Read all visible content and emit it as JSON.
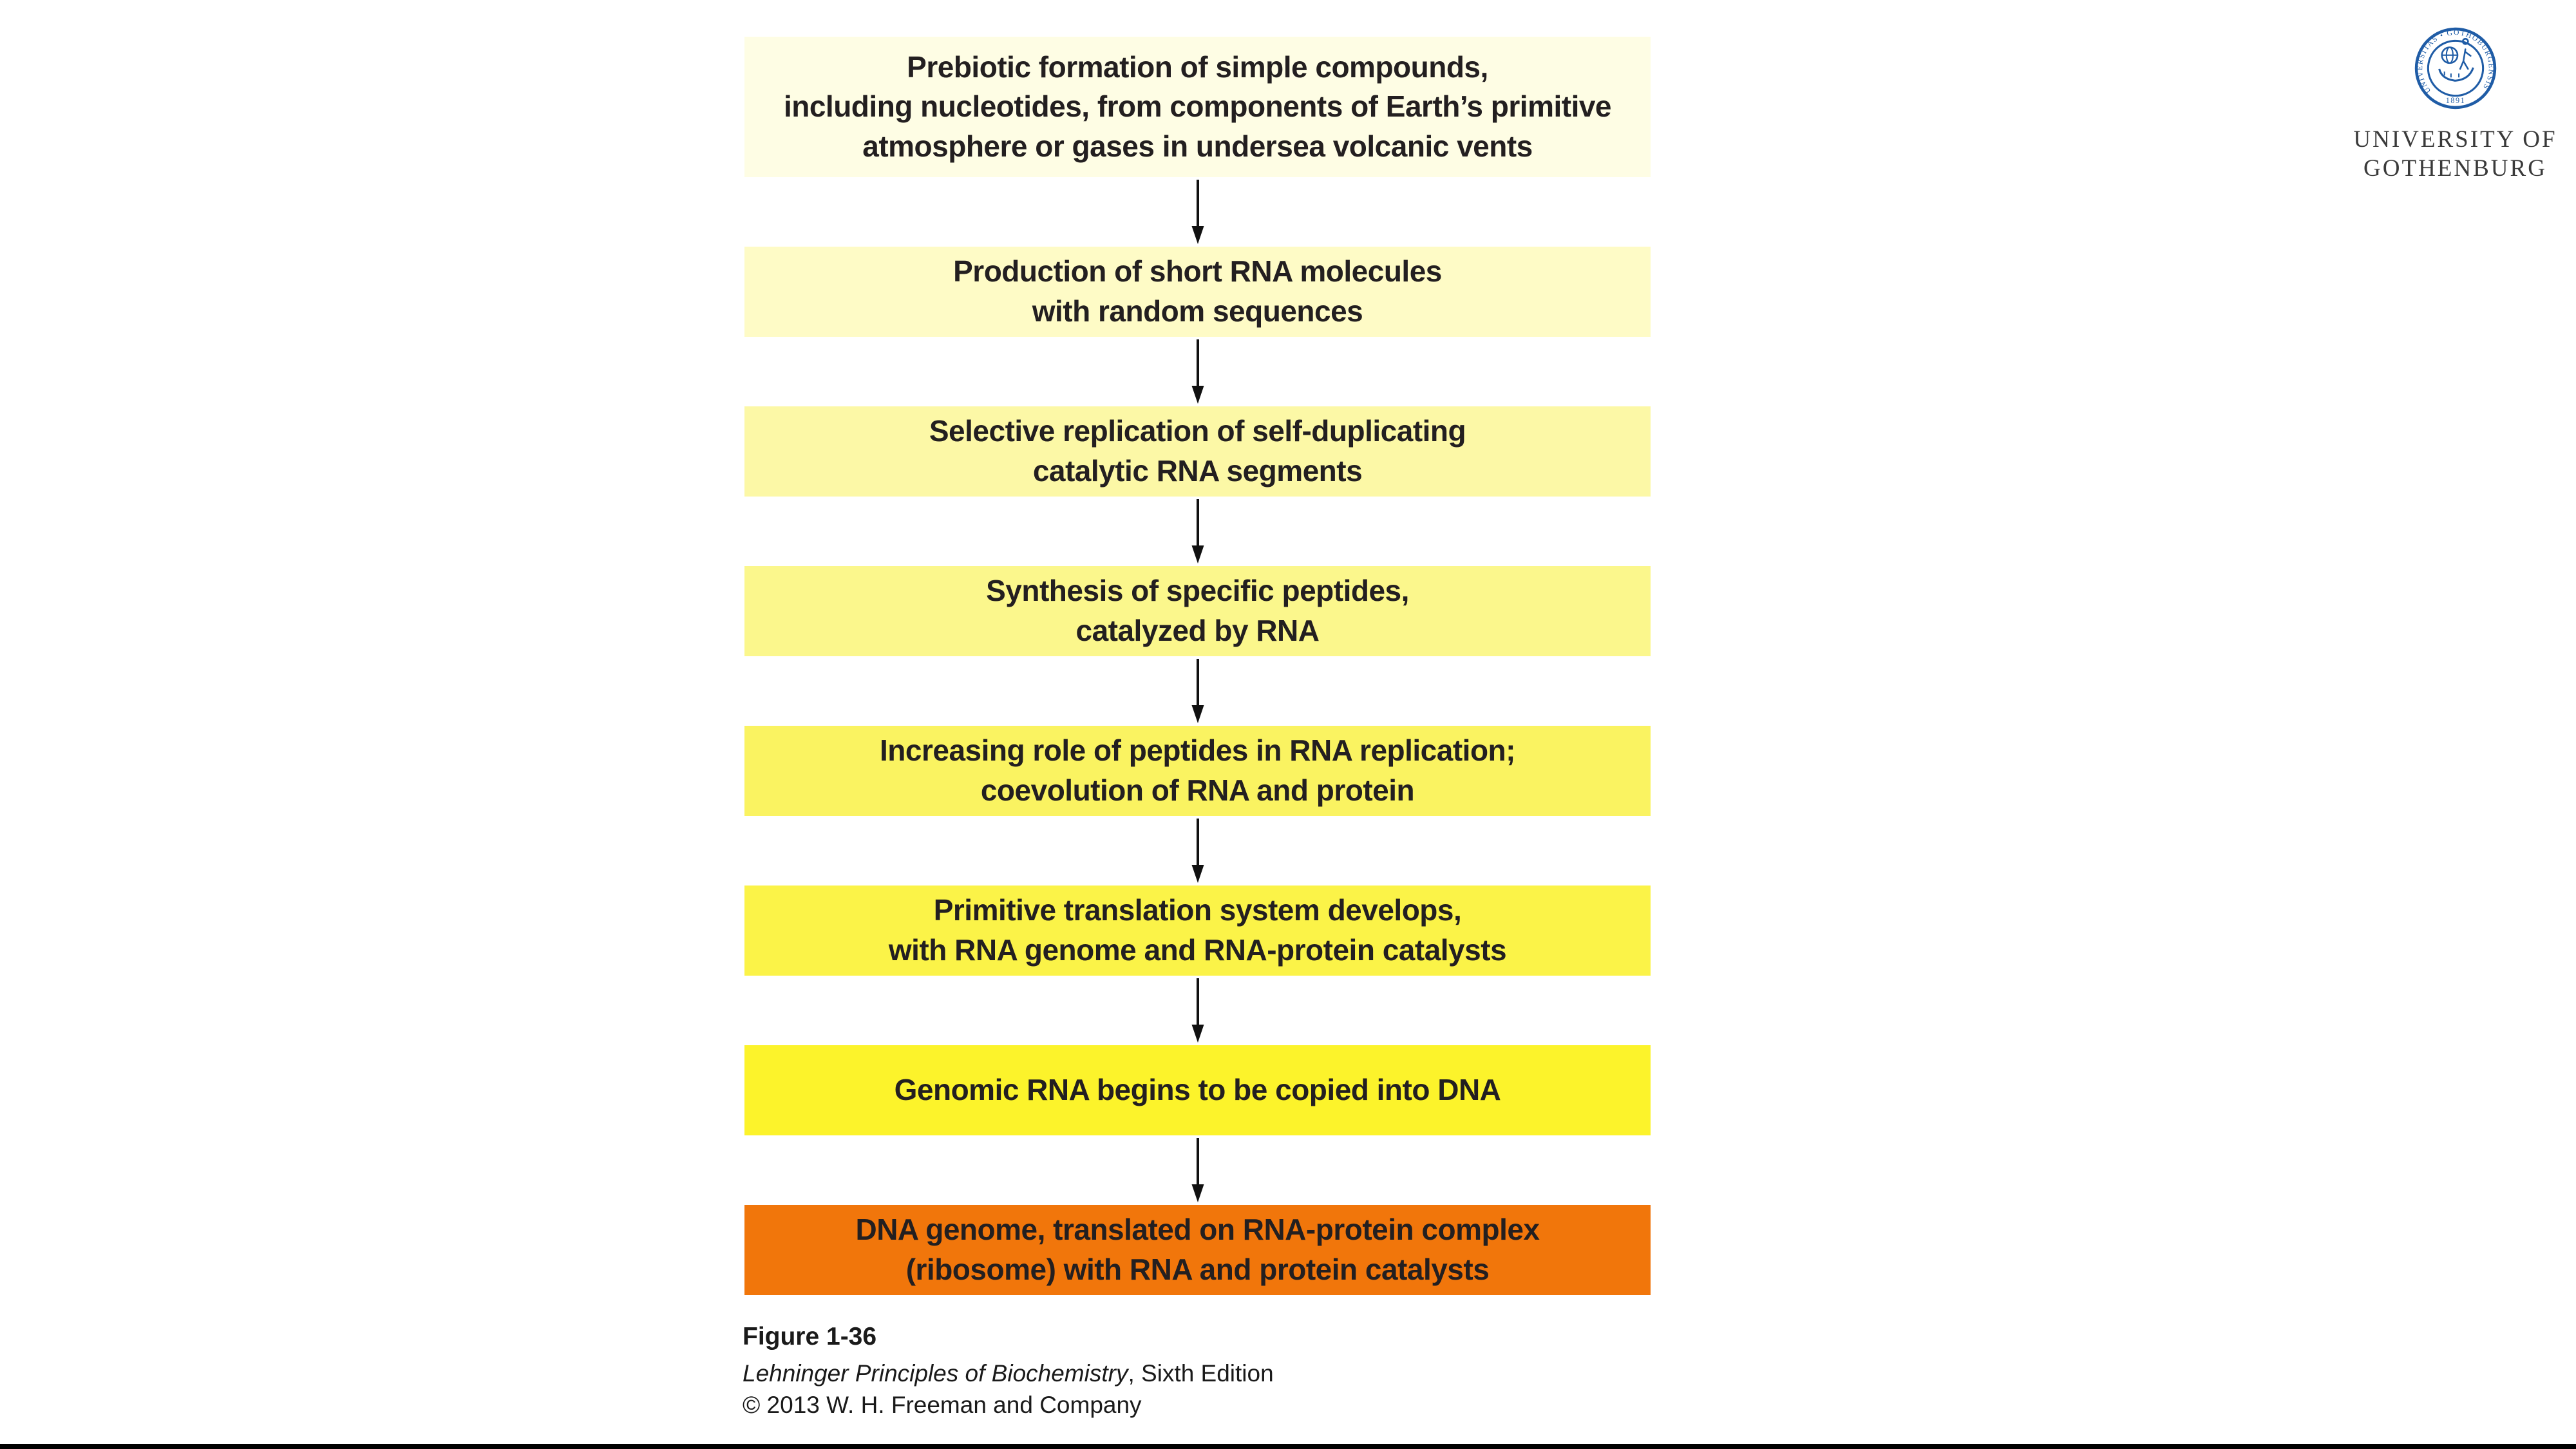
{
  "page": {
    "background": "#FFFFFF",
    "bottom_bar_color": "#000000"
  },
  "flowchart": {
    "text_color": "#231F20",
    "steps": [
      {
        "label": "Prebiotic formation of simple compounds,\nincluding nucleotides, from components of Earth’s primitive\natmosphere or gases in undersea volcanic vents",
        "bg": "#FEFDE4"
      },
      {
        "label": "Production of short RNA molecules\nwith random sequences",
        "bg": "#FEFBC6"
      },
      {
        "label": "Selective replication of self-duplicating\ncatalytic RNA segments",
        "bg": "#FCF8A6"
      },
      {
        "label": "Synthesis of specific peptides,\ncatalyzed by RNA",
        "bg": "#FBF78C"
      },
      {
        "label": "Increasing role of peptides in RNA replication;\ncoevolution of RNA and protein",
        "bg": "#FAF361"
      },
      {
        "label": "Primitive translation system develops,\nwith RNA genome and RNA-protein catalysts",
        "bg": "#FBF348"
      },
      {
        "label": "Genomic RNA begins to be copied into DNA",
        "bg": "#FCF32B"
      },
      {
        "label": "DNA genome, translated on RNA-protein complex\n(ribosome) with RNA and protein catalysts",
        "bg": "#F1760B"
      }
    ]
  },
  "caption": {
    "figure_label": "Figure 1-36",
    "book_title": "Lehninger Principles of Biochemistry",
    "edition_suffix": ", Sixth Edition",
    "copyright": "© 2013 W. H. Freeman and Company"
  },
  "logo": {
    "seal_color": "#1F5CA6",
    "seal_ring_text": "UNIVERSITAS • GOTHOBURGENSIS",
    "seal_year": "1891",
    "name_line1": "UNIVERSITY OF",
    "name_line2": "GOTHENBURG",
    "name_color": "#3A3A3A"
  }
}
